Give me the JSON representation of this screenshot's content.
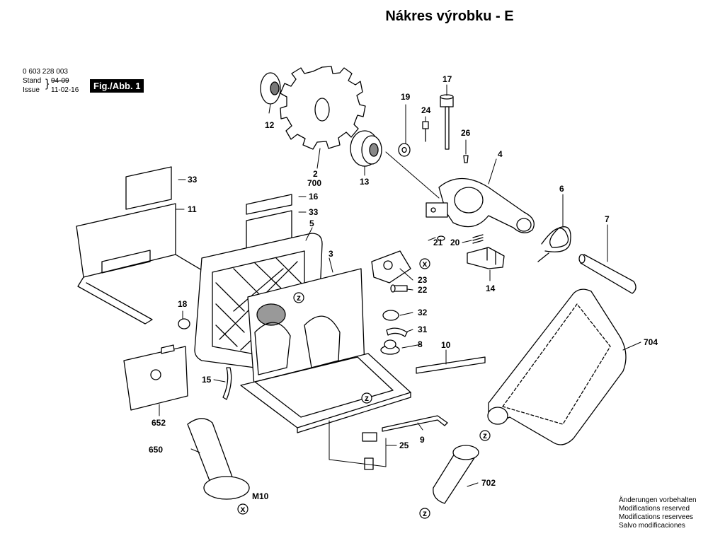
{
  "title": "Nákres výrobku - E",
  "meta": {
    "part_no": "0 603 228 003",
    "stand_label": "Stand",
    "issue_label": "Issue",
    "stand_value": "94-09",
    "issue_value": "11-02-16"
  },
  "fig_label": "Fig./Abb. 1",
  "note_lines": [
    "Änderungen vorbehalten",
    "Modifications reserved",
    "Modifications reservees",
    "Salvo modificaciones"
  ],
  "callouts": {
    "c2": "2",
    "c700": "700",
    "c3": "3",
    "c4": "4",
    "c5": "5",
    "c6": "6",
    "c7": "7",
    "c8": "8",
    "c9": "9",
    "c10": "10",
    "c11": "11",
    "c12": "12",
    "c13": "13",
    "c14": "14",
    "c15": "15",
    "c16": "16",
    "c17": "17",
    "c18": "18",
    "c19": "19",
    "c20": "20",
    "c21": "21",
    "c22": "22",
    "c23": "23",
    "c24": "24",
    "c25": "25",
    "c26": "26",
    "c31": "31",
    "c32": "32",
    "c33a": "33",
    "c33b": "33",
    "c650": "650",
    "c652": "652",
    "c702": "702",
    "c704": "704",
    "m10": "M10",
    "x1": "x",
    "x2": "x",
    "z1": "z",
    "z2": "z",
    "z3": "z",
    "z4": "z"
  }
}
